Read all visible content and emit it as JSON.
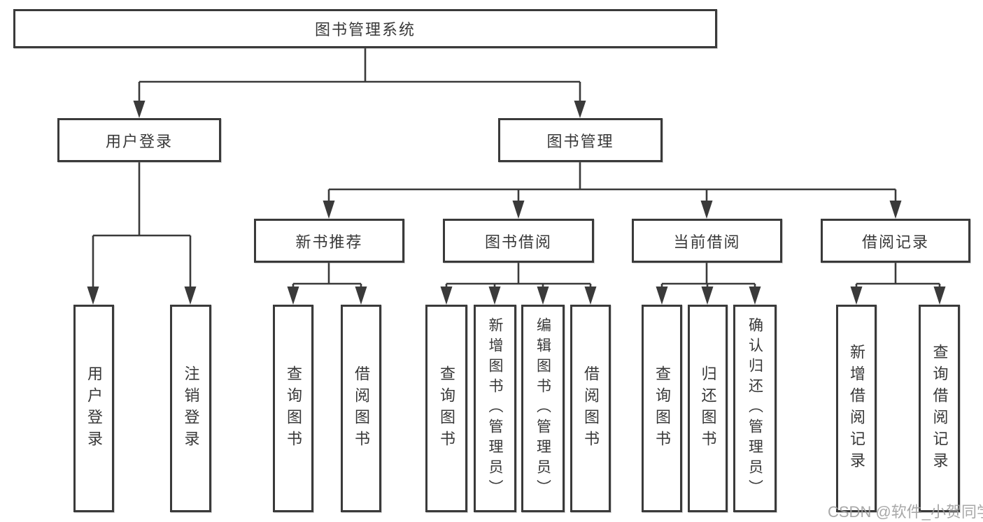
{
  "diagram": {
    "root": {
      "label": "图书管理系统"
    },
    "level2": [
      {
        "label": "用户登录",
        "children": [
          {
            "label": "用户登录"
          },
          {
            "label": "注销登录"
          }
        ]
      },
      {
        "label": "图书管理",
        "children": [
          {
            "label": "新书推荐",
            "children": [
              {
                "label": "查询图书"
              },
              {
                "label": "借阅图书"
              }
            ]
          },
          {
            "label": "图书借阅",
            "children": [
              {
                "label": "查询图书"
              },
              {
                "label": "新增图书（管理员）"
              },
              {
                "label": "编辑图书（管理员）"
              },
              {
                "label": "借阅图书"
              }
            ]
          },
          {
            "label": "当前借阅",
            "children": [
              {
                "label": "查询图书"
              },
              {
                "label": "归还图书"
              },
              {
                "label": "确认归还（管理员）"
              }
            ]
          },
          {
            "label": "借阅记录",
            "children": [
              {
                "label": "新增借阅记录"
              },
              {
                "label": "查询借阅记录"
              }
            ]
          }
        ]
      }
    ]
  },
  "watermark": {
    "text": "CSDN @软件_小贺同学"
  },
  "colors": {
    "line": "#3a3a3a",
    "text": "#383838",
    "watermark": "#9e9e9e",
    "background": "#ffffff"
  }
}
